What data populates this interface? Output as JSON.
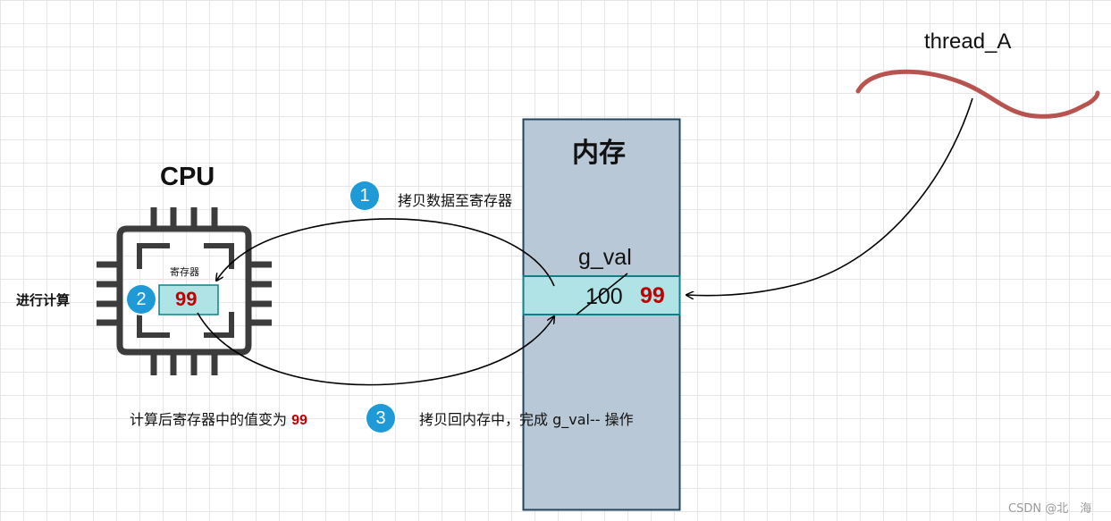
{
  "cpu": {
    "title": "CPU",
    "register_label": "寄存器",
    "register_value": "99",
    "side_label": "进行计算"
  },
  "memory": {
    "title": "内存",
    "var_name": "g_val",
    "old_value": "100",
    "new_value": "99"
  },
  "thread": {
    "title": "thread_A"
  },
  "steps": [
    {
      "number": "1",
      "text": "拷贝数据至寄存器"
    },
    {
      "number": "2"
    },
    {
      "number": "3",
      "text": "拷贝回内存中，完成 g_val-- 操作"
    }
  ],
  "note": {
    "text": "计算后寄存器中的值变为",
    "value": "99"
  },
  "watermark": "CSDN @北　海",
  "colors": {
    "memory_fill": "#b8c8d6",
    "memory_border": "#23445d",
    "cell_fill": "#b0e3e6",
    "cell_border": "#0e8088",
    "cpu_icon": "#3c3c3c",
    "badge": "#1e9ad6",
    "highlight": "#c00000",
    "thread_wave": "#b85450"
  }
}
